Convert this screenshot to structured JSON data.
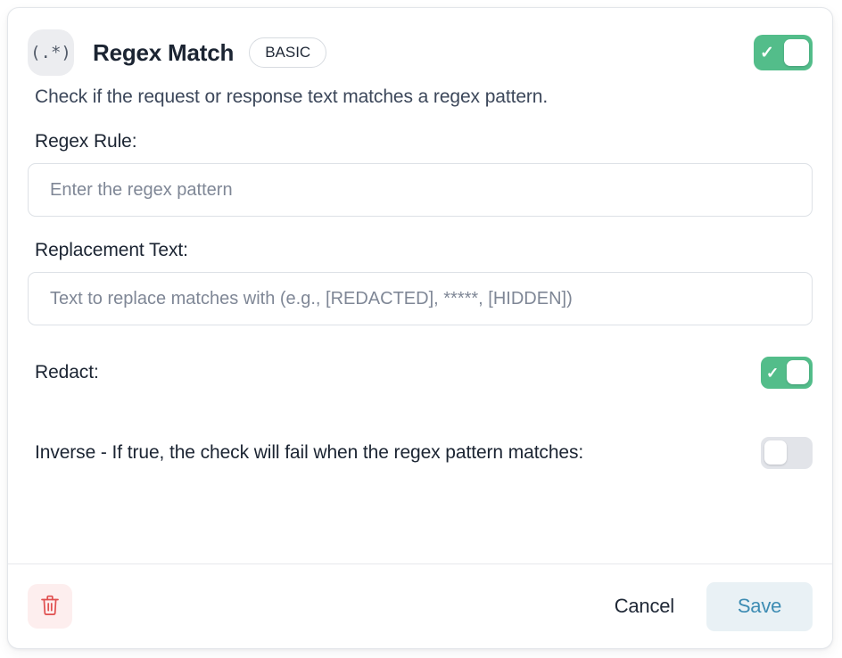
{
  "card": {
    "header": {
      "icon_glyph": "(.*)",
      "icon_name": "regex-icon",
      "title": "Regex Match",
      "badge": "BASIC",
      "enabled_toggle": {
        "state": "on",
        "check_glyph": "✓"
      }
    },
    "description": "Check if the request or response text matches a regex pattern.",
    "fields": [
      {
        "label": "Regex Rule:",
        "value": "",
        "placeholder": "Enter the regex pattern"
      },
      {
        "label": "Replacement Text:",
        "value": "",
        "placeholder": "Text to replace matches with (e.g., [REDACTED], *****, [HIDDEN])"
      }
    ],
    "switches": [
      {
        "label": "Redact:",
        "state": "on",
        "check_glyph": "✓"
      },
      {
        "label": "Inverse - If true, the check will fail when the regex pattern matches:",
        "state": "off",
        "check_glyph": ""
      }
    ],
    "footer": {
      "delete_icon": "trash-icon",
      "cancel_label": "Cancel",
      "save_label": "Save"
    }
  },
  "colors": {
    "toggle_on": "#53bd8a",
    "toggle_off": "#e2e4e9",
    "save_text": "#3d8cb3",
    "save_bg": "#e9f1f5",
    "delete_icon": "#e04f4f",
    "delete_bg": "#fdeeee",
    "title_text": "#1b2432",
    "placeholder_text": "#7f8796"
  }
}
